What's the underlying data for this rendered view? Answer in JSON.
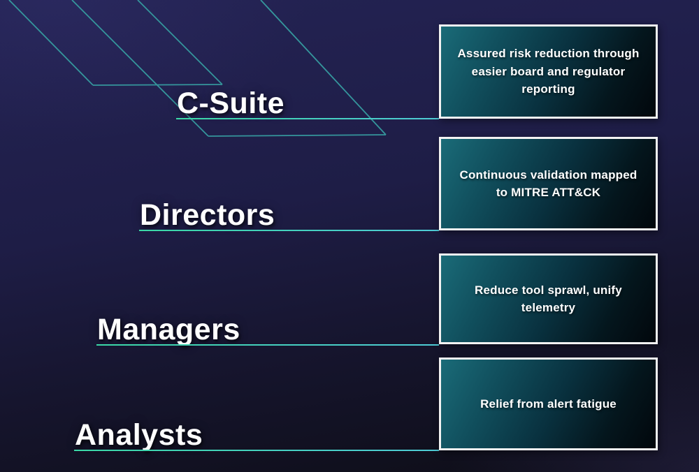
{
  "colors": {
    "background_top": "#242354",
    "background_bottom": "#0d0d15",
    "accent_line_start": "#3bd8a6",
    "accent_line_end": "#4fcbd6",
    "diagonal_line": "#35969c",
    "box_teal": "#1a6b78",
    "box_dark": "#02070c",
    "box_border": "#f2f2f2",
    "text": "#ffffff"
  },
  "roles": [
    {
      "role": "C-Suite",
      "benefit": "Assured risk reduction through easier board and regulator reporting"
    },
    {
      "role": "Directors",
      "benefit": "Continuous validation mapped to MITRE ATT&CK"
    },
    {
      "role": "Managers",
      "benefit": "Reduce tool sprawl, unify telemetry"
    },
    {
      "role": "Analysts",
      "benefit": "Relief from alert fatigue"
    }
  ]
}
